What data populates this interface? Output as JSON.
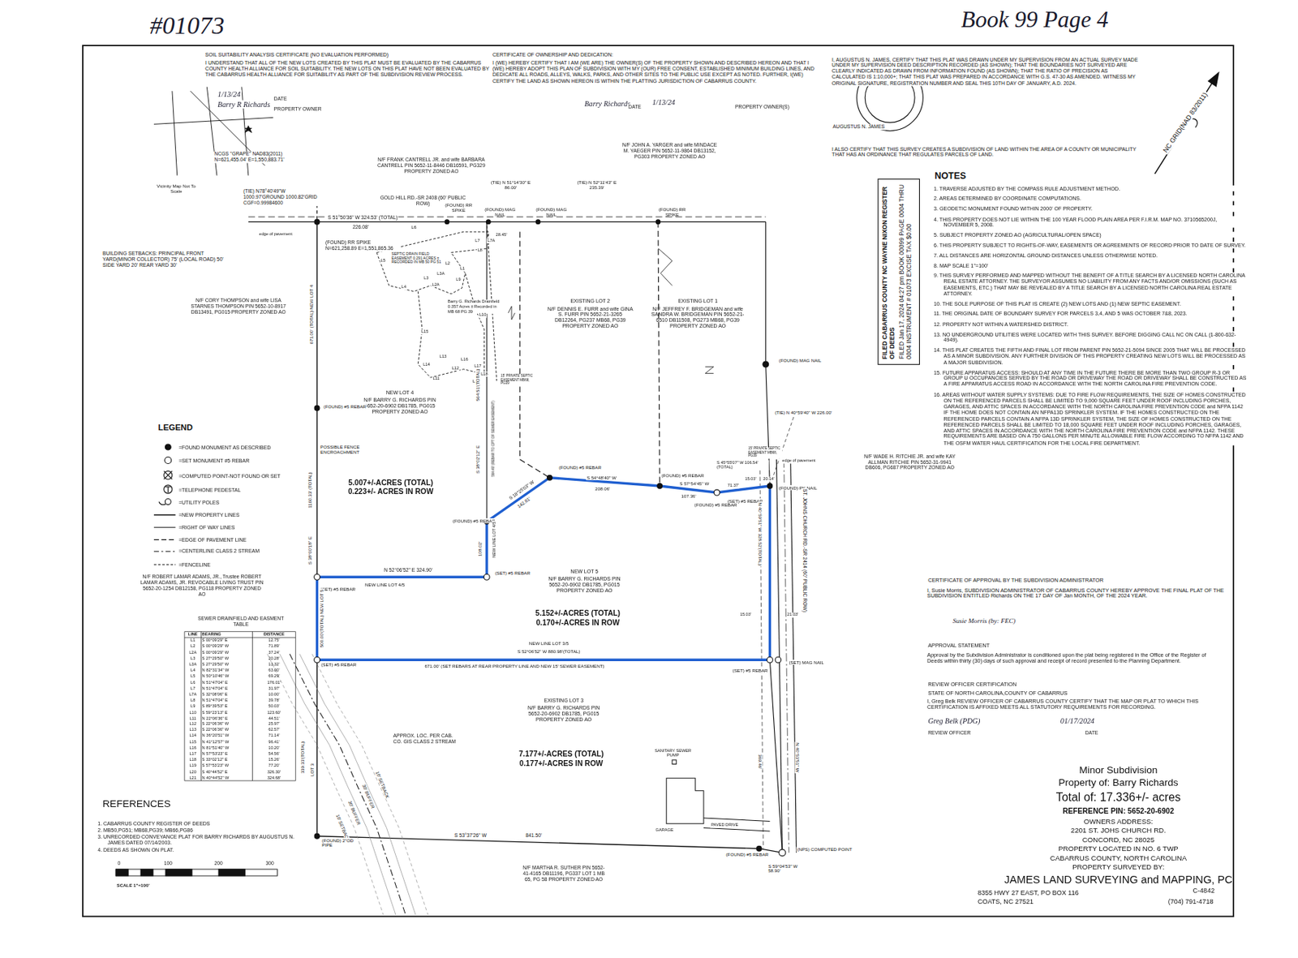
{
  "diagram": {
    "nodes": [
      {
        "text": [
          "FILED CABARRUS COUNTY NC WAYNE NIXON REGISTER OF DEEDS",
          "FILED Jan 17, 2024 04:27 pm BOOK 00099 PAGE 0004 THRU 0004 INSTRUMENT # 01073 EXCISE TAX $0.00"
        ]
      }
    ],
    "labels": [
      "#01073",
      "Book 99 Page 4",
      "SOIL SUITABILITY ANALYSIS CERTIFICATE (NO EVALUATION PERFORMED)",
      "I UNDERSTAND THAT ALL OF THE NEW LOTS CREATED BY THIS PLAT MUST BE EVALUATED BY THE CABARRUS COUNTY HEALTH ALLIANCE FOR SOIL SUITABILITY. THE NEW LOTS ON THIS PLAT HAVE NOT BEEN EVALUATED BY THE CABARRUS HEALTH ALLIANCE FOR SUITABILITY AS PART OF THE SUBDIVISION REVIEW PROCESS.",
      "1/13/24",
      "DATE",
      "Barry R Richards",
      "PROPERTY OWNER",
      "CERTIFICATE OF OWNERSHIP AND DEDICATION:",
      "I (WE) HEREBY CERTIFY THAT I AM (WE ARE) THE OWNER(S) OF THE PROPERTY SHOWN AND DESCRIBED HEREON AND THAT I (WE) HEREBY ADOPT THIS PLAN OF SUBDIVISION WITH MY (OUR) FREE CONSENT, ESTABLISHED MINIMUM BUILDING LINES, AND DEDICATE ALL ROADS, ALLEYS, WALKS, PARKS, AND OTHER SITES TO THE PUBLIC USE EXCEPT AS NOTED. FURTHER, I(WE) CERTIFY THE LAND AS SHOWN HEREON IS WITHIN THE PLATTING JURISDICTION OF CABARRUS COUNTY.",
      "Barry Richards",
      "DATE",
      "1/13/24",
      "PROPERTY OWNER(S)",
      "I, AUGUSTUS N. JAMES, CERTIFY THAT THIS PLAT WAS DRAWN UNDER MY SUPERVISION FROM AN ACTUAL SURVEY MADE UNDER MY SUPERVISION DEED DESCRIPTION RECORDED (AS SHOWN); THAT THE BOUNDARIES NOT SURVEYED ARE CLEARLY INDICATED AS DRAWN FROM INFORMATION FOUND (AS SHOWN); THAT THE RATIO OF PRECISION AS CALCULATED IS 1:10,000+; THAT THIS PLAT WAS PREPARED IN ACCORDANCE WITH G.S. 47-30 AS AMENDED. WITNESS MY ORIGINAL SIGNATURE, REGISTRATION NUMBER AND SEAL THIS 10TH DAY OF JANUARY, A.D. 2024.",
      "AUGUSTUS N. JAMES",
      "I ALSO CERTIFY THAT THIS SURVEY CREATES A SUBDIVISION OF LAND WITHIN THE AREA OF A COUNTY OR MUNICIPALITY THAT HAS AN ORDINANCE THAT REGULATES PARCELS OF LAND.",
      "NC GRID(NAD 83/2011)",
      "NOTES",
      "1. TRAVERSE ADJUSTED BY THE COMPASS RULE ADJUSTMENT METHOD.",
      "2. AREAS DETERMINED BY COORDINATE COMPUTATIONS.",
      "3. GEODETIC MONUMENT FOUND WITHIN 2000' OF PROPERTY.",
      "4. THIS PROPERTY DOES NOT LIE WITHIN THE 100 YEAR FLOOD PLAIN AREA PER F.I.R.M. MAP NO. 3710565200J, NOVEMBER 5, 2008.",
      "5. SUBJECT PROPERTY ZONED AO (AGRICULTURAL/OPEN SPACE)",
      "6. THIS PROPERTY SUBJECT TO RIGHTS-OF-WAY, EASEMENTS OR AGREEMENTS OF RECORD PRIOR TO DATE OF SURVEY.",
      "7. ALL DISTANCES ARE HORIZONTAL GROUND DISTANCES UNLESS OTHERWISE NOTED.",
      "8. MAP SCALE 1\"=100'",
      "9. THIS SURVEY PERFORMED AND MAPPED WITHOUT THE BENEFIT OF A TITLE SEARCH BY A LICENSED NORTH CAROLINA REAL ESTATE ATTORNEY. THE SURVEYOR ASSUMES NO LIABILITY FROM ANY FACTS AND/OR OMISSIONS (SUCH AS EASEMENTS, ETC.) THAT MAY BE REVEALED BY A TITLE SEARCH BY A LICENSED NORTH CAROLINA REAL ESTATE ATTORNEY.",
      "10. THE SOLE PURPOSE OF THIS PLAT IS CREATE (2) NEW LOTS AND (1) NEW SEPTIC EASEMENT.",
      "11. THE ORIGINAL DATE OF BOUNDARY SURVEY FOR PARCELS 3,4, AND 5 WAS OCTOBER 7&8, 2023.",
      "12. PROPERTY NOT WITHIN A WATERSHED DISTRICT.",
      "13. NO UNDERGROUND UTILITIES WERE LOCATED WITH THIS SURVEY. BEFORE DIGGING CALL NC ON CALL (1-800-632-4949).",
      "14. THIS PLAT CREATES THE FIFTH AND FINAL LOT FROM PARENT PIN 5652-21-5094 SINCE 2005 THAT WILL BE PROCESSED AS A MINOR SUBDIVISION. ANY FURTHER DIVISION OF THIS PROPERTY CREATING NEW LOTS WILL BE PROCESSED AS A MAJOR SUBDIVISION.",
      "15. FUTURE APPARATUS ACCESS: SHOULD AT ANY TIME IN THE FUTURE THERE BE MORE THAN TWO GROUP R-3 OR GROUP U OCCUPANCIES SERVED BY THE ROAD OR DRIVEWAY THE ROAD OR DRIVEWAY SHALL BE CONSTRUCTED AS A FIRE APPARATUS ACCESS ROAD IN ACCORDANCE WITH THE NORTH CAROLINA FIRE PREVENTION CODE.",
      "16. AREAS WITHOUT WATER SUPPLY SYSTEMS: DUE TO FIRE FLOW REQUIREMENTS, THE SIZE OF HOMES CONSTRUCTED ON THE REFERENCED PARCELS SHALL BE LIMITED TO 9,000 SQUARE FEET UNDER ROOF INCLUDING PORCHES, GARAGES, AND ATTIC SPACES IN ACCORDANCE WITH THE NORTH CAROLINA FIRE PREVENTION CODE and NFPA 1142 IF THE HOME DOES NOT CONTAIN AN NFPA13D SPRINKLER SYSTEM. IF THE HOMES CONSTRUCTED ON THE REFERENCED PARCELS CONTAIN A NFPA 13D SPRINKLER SYSTEM, THE SIZE OF HOMES CONSTRUCTED ON THE REFERENCED PARCELS SHALL BE LIMITED TO 18,000 SQUARE FEET UNDER ROOF INCLUDING PORCHES, GARAGES, AND ATTIC SPACES IN ACCORDANCE WITH THE NORTH CAROLINA FIRE PREVENTION CODE and NFPA 1142. THESE REQUIREMENTS ARE BASED ON A 750 GALLONS PER MINUTE ALLOWABLE FIRE FLOW ACCORDING TO NFPA 1142 AND THE OSFM WATER HAUL CERTIFICATION FOR THE LOCAL FIRE DEPARTMENT.",
      "CERTIFICATE OF APPROVAL BY THE SUBDIVISION ADMINISTRATOR",
      "I, Susie Morris, SUBDIVISION ADMINISTRATOR OF CABARRUS COUNTY HEREBY APPROVE THE FINAL PLAT OF THE SUBDIVISION ENTITLED Richards ON THE 17 DAY OF Jan MONTH, OF THE 2024 YEAR.",
      "Susie Morris (by: FEC)",
      "APPROVAL STATEMENT",
      "Approval by the Subdivision Administrator is conditioned upon the plat being registered in the Office of the Register of Deeds within thirty (30) days of such approval and receipt of record presented to the Planning Department.",
      "REVIEW OFFICER CERTIFICATION",
      "STATE OF NORTH CAROLINA,COUNTY OF CABARRUS",
      "I, Greg Belk REVIEW OFFICER OF CABARRUS COUNTY CERTIFY THAT THE MAP OR PLAT TO WHICH THIS CERTIFICATION IS AFFIXED MEETS ALL STATUTORY REQUIREMENTS FOR RECORDING.",
      "Greg Belk (PDG)",
      "01/17/2024",
      "REVIEW OFFICER",
      "DATE",
      "Minor Subdivision",
      "Property of: Barry Richards",
      "Total of: 17.336+/- acres",
      "REFERENCE PIN: 5652-20-6902",
      "OWNERS ADDRESS:",
      "2201 ST. JOHS CHURCH RD.",
      "CONCORD, NC 28025",
      "PROPERTY LOCATED IN NO. 6 TWP",
      "CABARRUS COUNTY, NORTH CAROLINA",
      "PROPERTY SURVEYED BY:",
      "JAMES LAND SURVEYING and MAPPING, PC",
      "8355 HWY 27 EAST, PO BOX 116",
      "C-4842",
      "COATS, NC 27521",
      "(704) 791-4718",
      "Vicinity Map Not To Scale",
      "NCGS \"GRAPE\" NAD83(2011) N=621,455.04' E=1,550,883.71'",
      "(TIE) N78°40'49\"W 1000.97'GROUND 1000.82'GRID CGF=0.99984600",
      "N/F FRANK CANTRELL JR. and wife BARBARA CANTRELL PIN 5652-11-8446 DB16591, PG329 PROPERTY ZONED AO",
      "N/F JOHN A. YARGER and wife MINDACE M. YAEGER PIN 5652-11-9864 DB13152, PG303 PROPERTY ZONED AO",
      "(TIE) N 51°14'30\" E 86.00'",
      "(TIE) N 52°11'43\" E 235.39'",
      "GOLD HILL RD.-SR 2408 (60' PUBLIC ROW)",
      "(FOUND) RR SPIKE",
      "(FOUND) MAG NAIL",
      "(FOUND) MAG NAIL",
      "(FOUND) RR SPIKE",
      "S 51°50'36\" W 324.53' (TOTAL)",
      "226.08'",
      "L6",
      "28.45'",
      "edge of pavement",
      "(FOUND) RR SPIKE N=621,258.89 E=1,551,865.36",
      "BUILDING SETBACKS: PRINCIPAL FRONT YARD(MINOR COLLECTOR) 75' (LOCAL ROAD) 50' SIDE YARD 20' REAR YARD 30'",
      "N/F CORY THOMPSON and wife LISA STARNES THOMPSON PIN 5652-10-8917 DB13491, PG015 PROPERTY ZONED AO",
      "SEPTIC DRAIN FIELD EASEMENT 0.291 ACRES ± RECORDED IN MB 50 PG 51",
      "Barry G. Richards Drainfield 0.357 Acres ± Recorded in MB 68 PG 39",
      "L1",
      "L2",
      "L2A",
      "L3",
      "L3A",
      "L4",
      "L5",
      "L7",
      "L7A",
      "L8",
      "L9",
      "L10",
      "L11",
      "L12",
      "L13",
      "L14",
      "L15",
      "L16",
      "L17",
      "L18",
      "L19",
      "15' PRIVATE SEPTIC EASEMENT MB68, PG39",
      "EXISTING LOT 2",
      "N/F DENNIS E. FURR and wife GINA S. FURR PIN 5652-21-3265 DB12264, PG237 MB68, PG39 PROPERTY ZONED AO",
      "EXISTING LOT 1",
      "N/F JEFFREY F. BRIDGEMAN and wife SANDRA W. BRIDGEMAN PIN 5652-21-6510 DB11508, PG273 MB68, PG39 PROPERTY ZONED AO",
      "NEW LOT 4",
      "N/F BARRY G. RICHARDS PIN 5652-20-6902 DB1785, PG015 PROPERTY ZONED AO",
      "(FOUND) MAG NAIL",
      "(FOUND) #5 REBAR",
      "671.00' (TOTAL) NEW LOT 4",
      "564.51'(TOTAL)",
      "S 38°02'12\" E",
      "564.49' (REBAR TO CPT OF SEWER EASEMENT)",
      "POSSIBLE FENCE ENCROACHMENT",
      "1160.33' (TOTAL)",
      "S 38°00'18\" E",
      "5.007+/-ACRES (TOTAL)",
      "0.223+/- ACRES IN ROW",
      "(FOUND) #5 REBAR",
      "(FOUND) #5 REBAR",
      "S 18°25'03\" W",
      "142.81'",
      "S 54°48'40\" W",
      "208.06'",
      "(FOUND) #5 REBAR",
      "S 57°54'45\" W",
      "107.36'",
      "(FOUND) #5 REBAR",
      "71.37'",
      "(SET) #5 REBAR",
      "(FOUND) PK NAIL",
      "S 45°55'07\" W 106.54' (TOTAL)",
      "15.03'",
      "20.14'",
      "(TIE) N 40°59'40\" W 226.00'",
      "15' PRIVATE SEPTIC EASEMENT MB68, PG39",
      "edge of pavement",
      "N/F WADE H. RITCHIE JR. and wife KAY ALLMAN RITCHIE PIN 5652-31-9941 DB606, PG687 PROPERTY ZONED AO",
      "ST. JOHNS CHURCH RD.-SR 2414 (60' PUBLIC ROW)",
      "N 40°59'51\" W 328.52'(TOTAL)",
      "108.02'",
      "NEW LINE LOT 4/5",
      "(SET) #5 REBAR",
      "N 52°06'52\" E 324.90'",
      "NEW LINE LOT 4/5",
      "(SET) #5 REBAR",
      "NEW LOT 5",
      "N/F BARRY G. RICHARDS PIN 5652-20-6902 DB1785, PG015 PROPERTY ZONED AO",
      "5.152+/-ACRES (TOTAL)",
      "0.170+/-ACRES IN ROW",
      "500.00'(TOTAL) NEW LOT 5",
      "15.03'",
      "21.03'",
      "NEW LINE LOT 3/5",
      "S 52°06'52\" W 880.98'(TOTAL)",
      "(SET) #5 REBAR",
      "671.00' (SET REBARS AT REAR PROPERTY LINE AND NEW 15' SEWER EASEMENT)",
      "(SET) #5 REBAR",
      "(SET) MAG NAIL",
      "N/F ROBERT LAMAR ADAMS, JR., Trustee ROBERT LAMAR ADAMS, JR. REVOCABLE LIVING TRUST PIN 5652-20-1254 DB12158, PG118 PROPERTY ZONED AO",
      "SEWER DRAINFIELD AND EASMENT TABLE",
      "LINE",
      "BEARING",
      "DISTANCE",
      "L1",
      "S 00°09'29\" E",
      "12.75'",
      "L2",
      "S 00°09'29\" W",
      "71.89'",
      "L2A",
      "S 00°09'29\" W",
      "37.24'",
      "L3",
      "S 27°29'50\" W",
      "20.28'",
      "L3A",
      "S 27°29'50\" W",
      "13.32'",
      "L4",
      "N 82°31'34\" W",
      "63.00'",
      "L5",
      "N 50°10'46\" W",
      "69.29'",
      "L6",
      "N 51°47'04\" E",
      "176.01'",
      "L7",
      "N 51°47'04\" E",
      "31.97'",
      "L7A",
      "S 32°08'06\" E",
      "10.00'",
      "L8",
      "N 51°47'04\" E",
      "39.78'",
      "L9",
      "S 89°39'53\" E",
      "50.03'",
      "L10",
      "S 59°23'13\" E",
      "123.60'",
      "L11",
      "N 22°06'36\" E",
      "44.51'",
      "L12",
      "S 22°06'36\" W",
      "25.97'",
      "L13",
      "S 22°06'36\" W",
      "62.57'",
      "L14",
      "N 36°20'51\" W",
      "71.14'",
      "L15",
      "N 41°12'57\" W",
      "96.41'",
      "L16",
      "N 81°51'40\" W",
      "10.20'",
      "L17",
      "N 57°53'23\" E",
      "54.56'",
      "L18",
      "S 33°02'12\" E",
      "15.26'",
      "L19",
      "S 57°53'23\" W",
      "77.20'",
      "L20",
      "S 40°44'52\" E",
      "326.30'",
      "L21",
      "N 40°44'52\" W",
      "324.68'",
      "339.33'(TOTAL)",
      "LOT 3",
      "EXISTING LOT 3",
      "N/F BARRY G. RICHARDS PIN 5652-20-6902 DB1785, PG015 PROPERTY ZONED AO",
      "7.177+/-ACRES (TOTAL)",
      "0.177+/-ACRES IN ROW",
      "APPROX. LOC. PER CAB. CO. GIS CLASS 2 STREAM",
      "10' SETBACK",
      "30' BUFFER",
      "30' BUFFER",
      "10' SETBACK",
      "SANITARY SEWER PUMP",
      "GARAGE",
      "PAVED DRIVE",
      "369.46'",
      "N 40°53'51\" W",
      "S 53°37'26\" W",
      "841.50'",
      "(FOUND) 2\"OD PIPE",
      "(FOUND) #5 REBAR",
      "(NPS) COMPUTED POINT",
      "S 59°04'53\" W 58.90'",
      "N/F MARTHA R. SUTHER PIN 5652-41-4165 DB11196, PG337 LOT 1 MB 65, PG 58 PROPERTY ZONED AO",
      "REFERENCES",
      "1. CABARRUS COUNTY REGISTER OF DEEDS",
      "2. MB50,PG51; MB68,PG39; MB66,PG86",
      "3. UNRECORDED CONVEYANCE PLAT FOR BARRY RICHARDS BY AUGUSTUS N. JAMES DATED 07/14/2003.",
      "4. DEEDS AS SHOWN ON PLAT.",
      "0",
      "100",
      "200",
      "300",
      "SCALE 1\"=100'",
      "LEGEND"
    ],
    "legend": [
      {
        "text": "=FOUND MONUMENT AS DESCRIBED"
      },
      {
        "text": "=SET MONUMENT #5 REBAR"
      },
      {
        "text": "=COMPUTED POINT-NOT FOUND OR SET"
      },
      {
        "text": "=TELEPHONE PEDESTAL"
      },
      {
        "text": "=UTILITY POLES"
      },
      {
        "text": "=NEW PROPERTY LINES"
      },
      {
        "text": "=RIGHT OF WAY LINES"
      },
      {
        "text": "=EDGE OF PAVEMENT LINE"
      },
      {
        "text": "=CENTERLINE CLASS 2 STREAM"
      },
      {
        "text": "=FENCELINE"
      }
    ]
  }
}
